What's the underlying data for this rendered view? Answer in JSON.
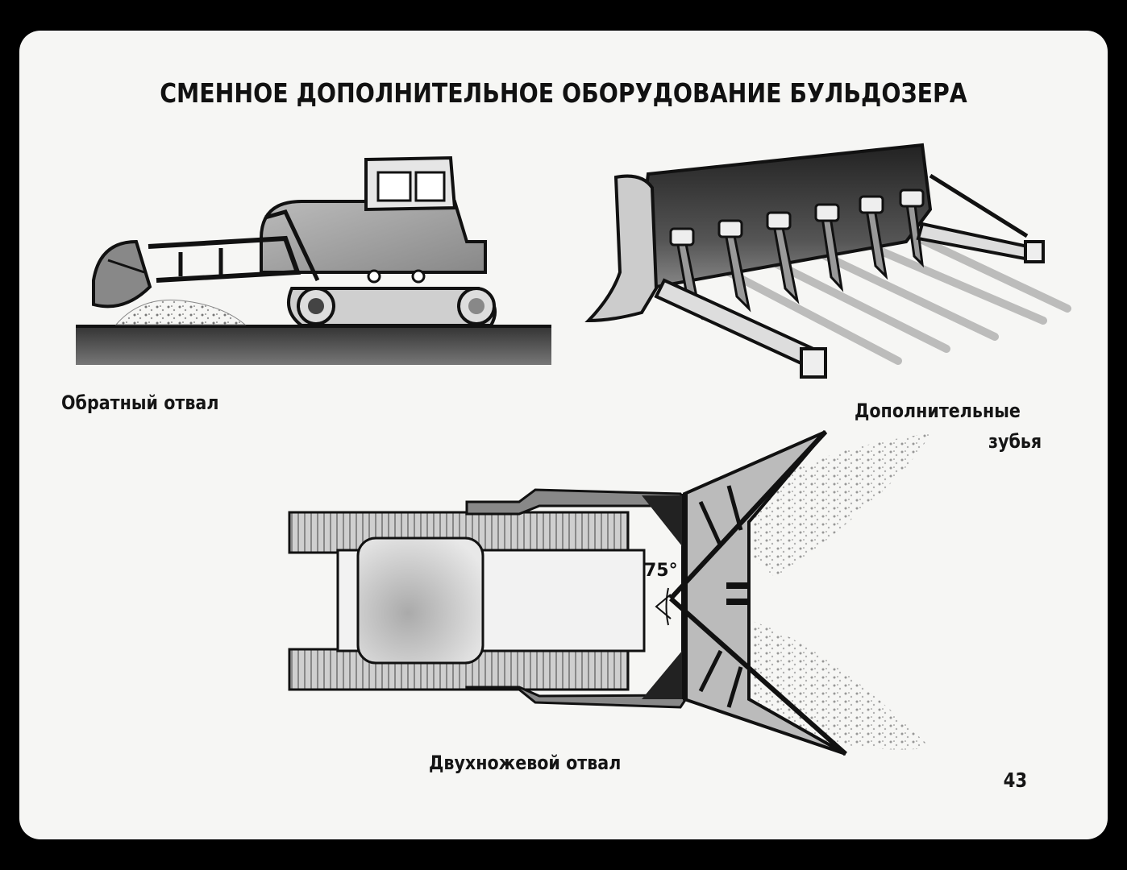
{
  "slide": {
    "title": "СМЕННОЕ ДОПОЛНИТЕЛЬНОЕ ОБОРУДОВАНИЕ БУЛЬДОЗЕРА",
    "page_number": "43"
  },
  "figures": {
    "reverse_blade": {
      "caption": "Обратный отвал"
    },
    "extra_teeth": {
      "caption_line1": "Дополнительные",
      "caption_line2": "зубья"
    },
    "two_knife_blade": {
      "caption": "Двухножевой отвал",
      "angle_label": "75°"
    }
  }
}
